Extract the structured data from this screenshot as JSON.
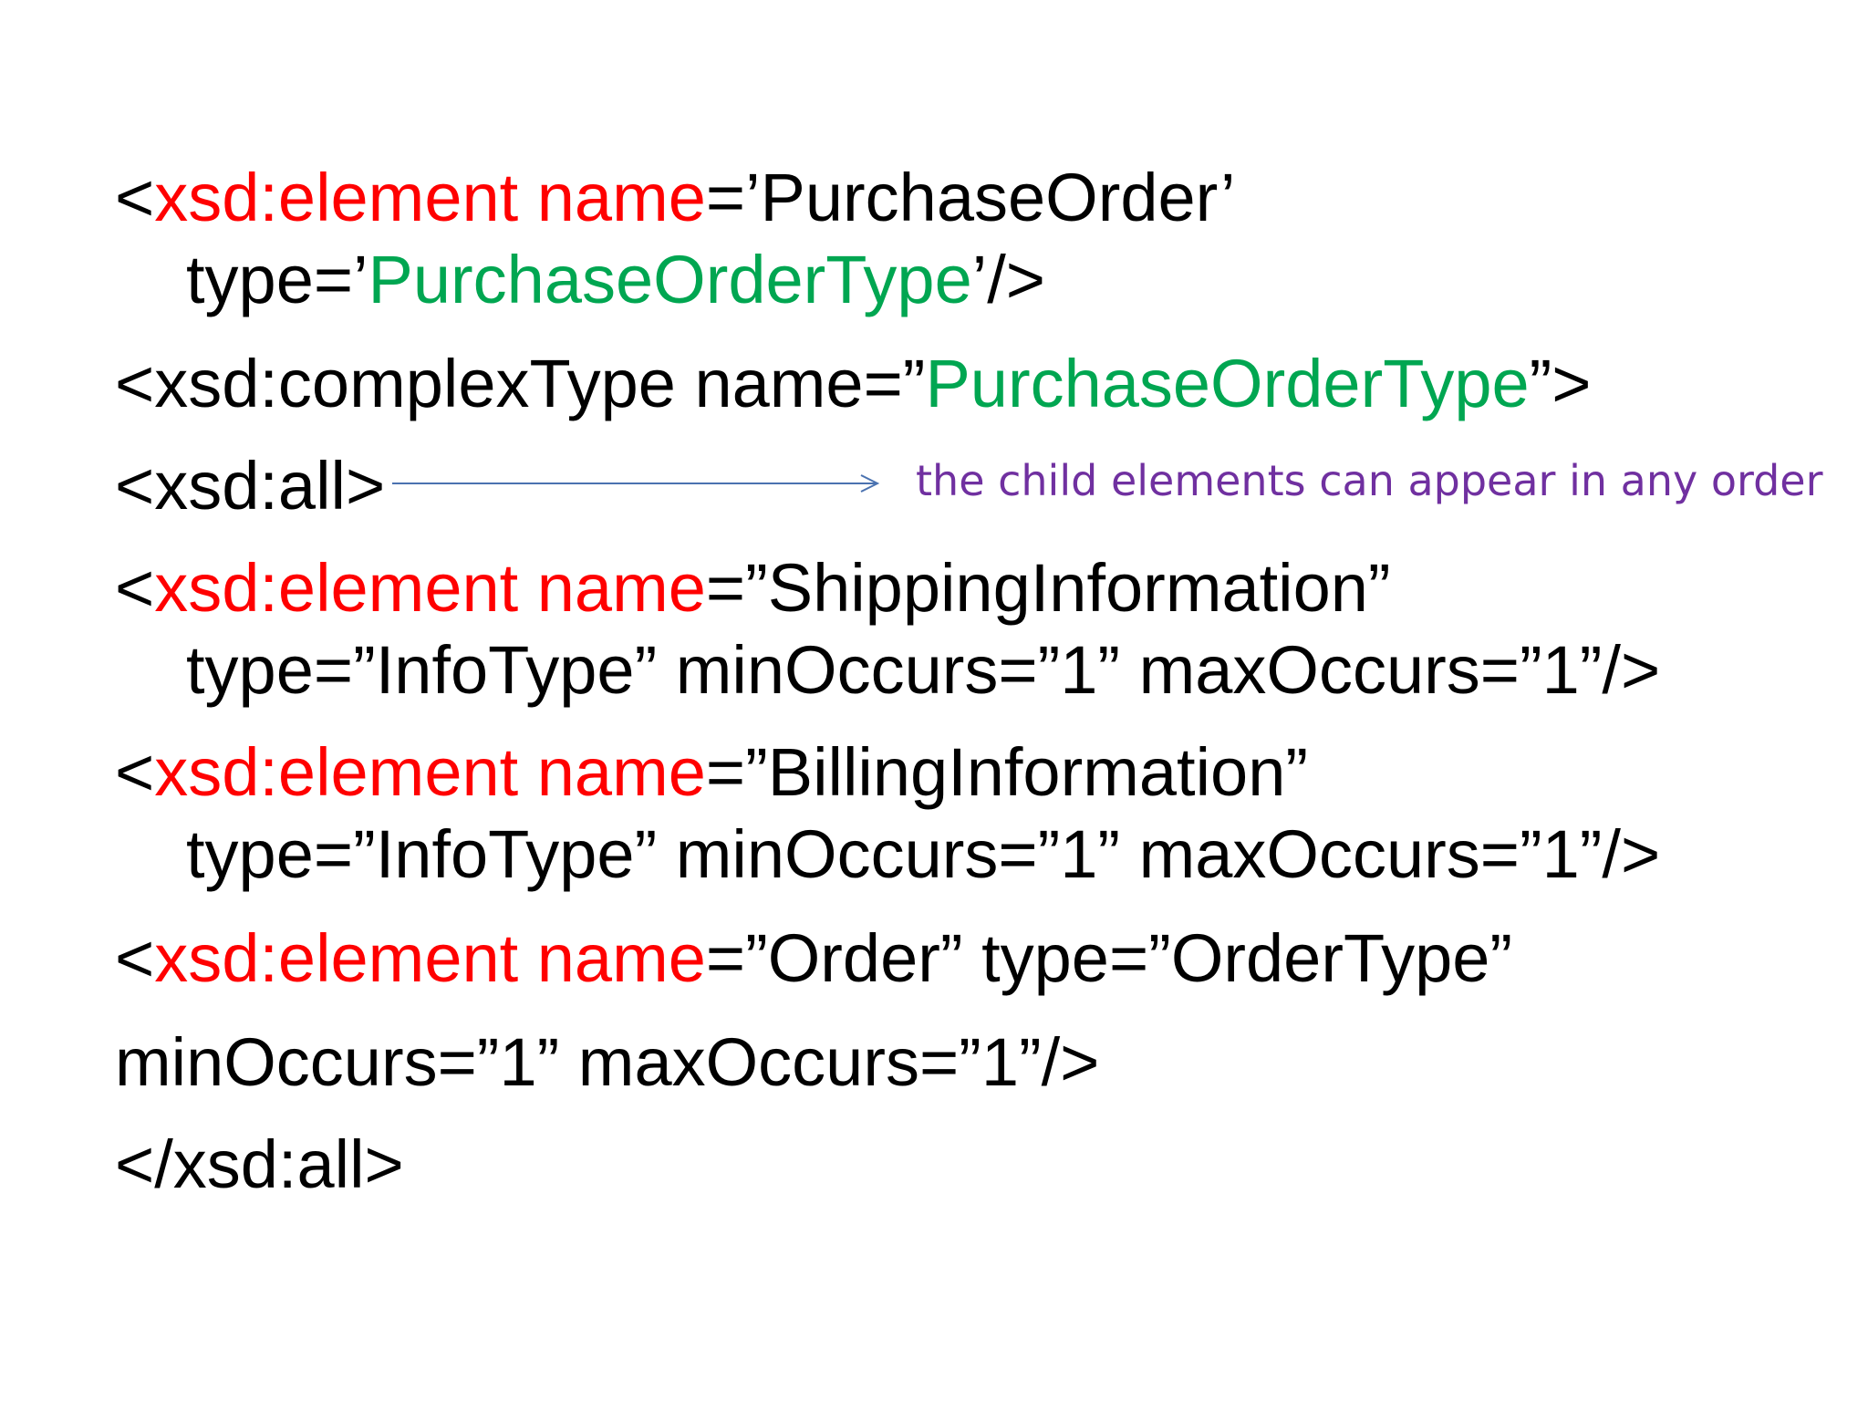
{
  "colors": {
    "text": "#000000",
    "keyword": "#ff0000",
    "type_value": "#00a651",
    "annotation": "#7030a0",
    "arrow": "#4a72b0"
  },
  "code_lines": [
    {
      "indent": false,
      "segments": [
        {
          "text": "<",
          "color": "text"
        },
        {
          "text": "xsd:element name",
          "color": "keyword"
        },
        {
          "text": "=’PurchaseOrder’",
          "color": "text"
        }
      ]
    },
    {
      "indent": true,
      "segments": [
        {
          "text": "type=’",
          "color": "text"
        },
        {
          "text": "PurchaseOrderType",
          "color": "type_value"
        },
        {
          "text": "’/>",
          "color": "text"
        }
      ]
    },
    {
      "indent": false,
      "segments": [
        {
          "text": "<xsd:complexType name=”",
          "color": "text"
        },
        {
          "text": "PurchaseOrderType",
          "color": "type_value"
        },
        {
          "text": "”>",
          "color": "text"
        }
      ]
    },
    {
      "indent": false,
      "segments": [
        {
          "text": "<xsd:all>",
          "color": "text"
        }
      ]
    },
    {
      "indent": false,
      "segments": [
        {
          "text": "<",
          "color": "text"
        },
        {
          "text": "xsd:element name",
          "color": "keyword"
        },
        {
          "text": "=”ShippingInformation”",
          "color": "text"
        }
      ]
    },
    {
      "indent": true,
      "segments": [
        {
          "text": "type=”InfoType” minOccurs=”1” maxOccurs=”1”/>",
          "color": "text"
        }
      ]
    },
    {
      "indent": false,
      "segments": [
        {
          "text": "<",
          "color": "text"
        },
        {
          "text": "xsd:element name",
          "color": "keyword"
        },
        {
          "text": "=”BillingInformation”",
          "color": "text"
        }
      ]
    },
    {
      "indent": true,
      "segments": [
        {
          "text": "type=”InfoType” minOccurs=”1” maxOccurs=”1”/>",
          "color": "text"
        }
      ]
    },
    {
      "indent": false,
      "segments": [
        {
          "text": "<",
          "color": "text"
        },
        {
          "text": "xsd:element name",
          "color": "keyword"
        },
        {
          "text": "=”Order” type=”OrderType”",
          "color": "text"
        }
      ]
    },
    {
      "indent": false,
      "segments": [
        {
          "text": "minOccurs=”1” maxOccurs=”1”/>",
          "color": "text"
        }
      ]
    },
    {
      "indent": false,
      "segments": [
        {
          "text": "</xsd:all>",
          "color": "text"
        }
      ]
    }
  ],
  "annotation": {
    "text": "the child elements can appear in any order"
  },
  "icons": {
    "arrow": "right-arrow-icon"
  }
}
